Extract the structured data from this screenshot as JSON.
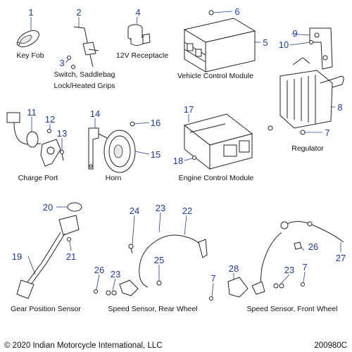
{
  "colors": {
    "callout": "#1f3c99",
    "ink": "#111111",
    "background": "#ffffff"
  },
  "groups": [
    {
      "id": "key-fob",
      "lines": [
        "Key Fob"
      ]
    },
    {
      "id": "switch",
      "lines": [
        "Switch, Saddlebag",
        "Lock/Heated Grips"
      ]
    },
    {
      "id": "receptacle",
      "lines": [
        "12V Receptacle"
      ]
    },
    {
      "id": "vcm",
      "lines": [
        "Vehicle Control Module"
      ]
    },
    {
      "id": "charge-port",
      "lines": [
        "Charge Port"
      ]
    },
    {
      "id": "horn",
      "lines": [
        "Horn"
      ]
    },
    {
      "id": "ecm",
      "lines": [
        "Engine Control Module"
      ]
    },
    {
      "id": "regulator",
      "lines": [
        "Regulator"
      ]
    },
    {
      "id": "gear-position-sensor",
      "lines": [
        "Gear Position Sensor"
      ]
    },
    {
      "id": "speed-sensor-rear",
      "lines": [
        "Speed Sensor, Rear Wheel"
      ]
    },
    {
      "id": "speed-sensor-front",
      "lines": [
        "Speed Sensor, Front Wheel"
      ]
    }
  ],
  "callouts": [
    "1",
    "2",
    "3",
    "4",
    "5",
    "6",
    "7",
    "8",
    "9",
    "10",
    "11",
    "12",
    "13",
    "14",
    "15",
    "16",
    "7",
    "17",
    "18",
    "19",
    "20",
    "21",
    "22",
    "23",
    "24",
    "25",
    "26",
    "7",
    "23",
    "26",
    "27",
    "28",
    "7",
    "7"
  ],
  "footer": {
    "copyright": "© 2020 Indian Motorcycle International, LLC",
    "figure_id": "200980C"
  }
}
